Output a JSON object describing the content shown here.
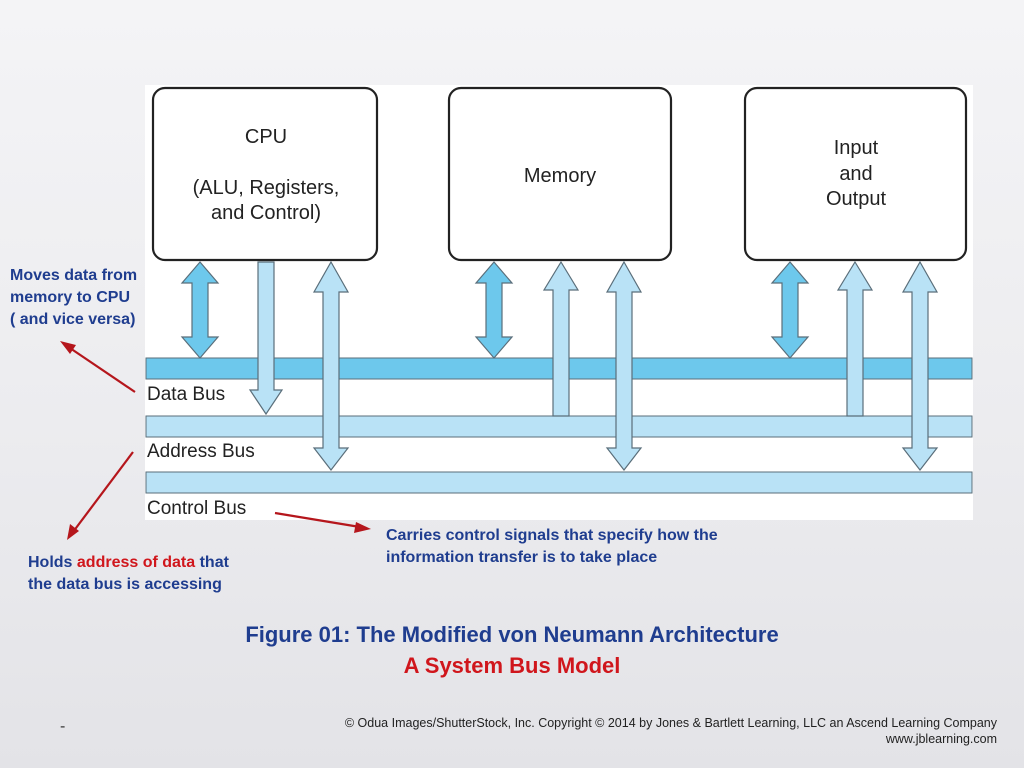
{
  "colors": {
    "bus_dark": "#6dc8ec",
    "bus_light": "#b9e2f6",
    "arrow_stroke": "#5a6e7a",
    "box_stroke": "#222222",
    "annotation_blue": "#1f3d8f",
    "annotation_red": "#d0161c",
    "pointer_arrow": "#b5161c"
  },
  "diagram": {
    "components": {
      "cpu": {
        "line1": "CPU",
        "line2": "(ALU, Registers,",
        "line3": "and Control)"
      },
      "memory": {
        "label": "Memory"
      },
      "io": {
        "line1": "Input",
        "line2": "and",
        "line3": "Output"
      }
    },
    "buses": {
      "data": "Data Bus",
      "address": "Address Bus",
      "control": "Control Bus"
    }
  },
  "annotations": {
    "data_bus_note": {
      "line1": "Moves data from",
      "line2": "memory to CPU",
      "line3": "( and vice versa)"
    },
    "address_bus_note": {
      "line1_pre": "Holds ",
      "line1_highlight": "address of data",
      "line1_post": " that",
      "line2": "the data bus is accessing"
    },
    "control_bus_note": {
      "line1": "Carries control signals that specify how the",
      "line2": "information transfer is to take place"
    }
  },
  "caption": {
    "line1": "Figure 01: The Modified von Neumann Architecture",
    "line2": "A System Bus Model"
  },
  "footer": {
    "credit_line1": "© Odua Images/ShutterStock, Inc. Copyright © 2014 by Jones & Bartlett Learning, LLC an Ascend Learning Company",
    "credit_line2": "www.jblearning.com",
    "dash": "-"
  }
}
